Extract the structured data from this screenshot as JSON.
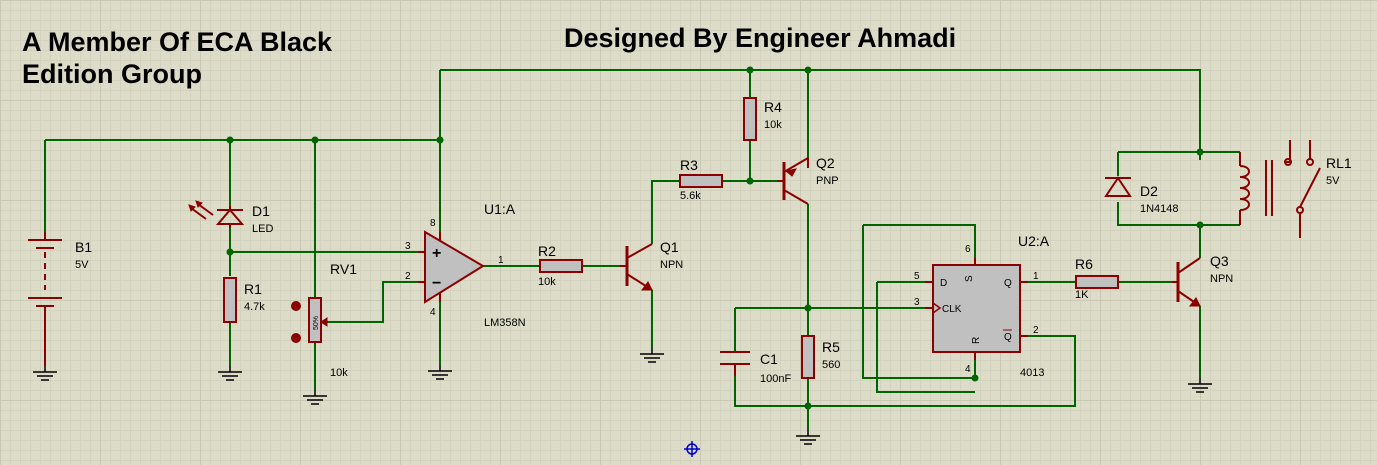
{
  "titles": {
    "left_line1": "A Member Of ECA Black",
    "left_line2": "Edition Group",
    "right": "Designed By Engineer Ahmadi"
  },
  "components": {
    "b1": {
      "ref": "B1",
      "value": "5V"
    },
    "d1": {
      "ref": "D1",
      "value": "LED"
    },
    "r1": {
      "ref": "R1",
      "value": "4.7k"
    },
    "rv1": {
      "ref": "RV1",
      "value": "10k",
      "wiper": "50%"
    },
    "u1": {
      "ref": "U1:A",
      "value": "LM358N",
      "pin_plus": "3",
      "pin_minus": "2",
      "pin_out": "1",
      "pin_vcc": "8",
      "pin_gnd": "4"
    },
    "r2": {
      "ref": "R2",
      "value": "10k"
    },
    "q1": {
      "ref": "Q1",
      "value": "NPN"
    },
    "r3": {
      "ref": "R3",
      "value": "5.6k"
    },
    "r4": {
      "ref": "R4",
      "value": "10k"
    },
    "q2": {
      "ref": "Q2",
      "value": "PNP"
    },
    "c1": {
      "ref": "C1",
      "value": "100nF"
    },
    "r5": {
      "ref": "R5",
      "value": "560"
    },
    "u2": {
      "ref": "U2:A",
      "value": "4013",
      "pin_s_num": "6",
      "pin_d_num": "5",
      "pin_clk_num": "3",
      "pin_r_num": "4",
      "pin_q_num": "1",
      "pin_qb_num": "2",
      "lbl_d": "D",
      "lbl_s": "S",
      "lbl_q": "Q",
      "lbl_clk": "CLK",
      "lbl_r": "R",
      "lbl_qb": "Q"
    },
    "r6": {
      "ref": "R6",
      "value": "1K"
    },
    "q3": {
      "ref": "Q3",
      "value": "NPN"
    },
    "d2": {
      "ref": "D2",
      "value": "1N4148"
    },
    "rl1": {
      "ref": "RL1",
      "value": "5V"
    }
  },
  "colors": {
    "wire": "#006400",
    "component": "#8b0000",
    "background": "#dcdcc8"
  }
}
